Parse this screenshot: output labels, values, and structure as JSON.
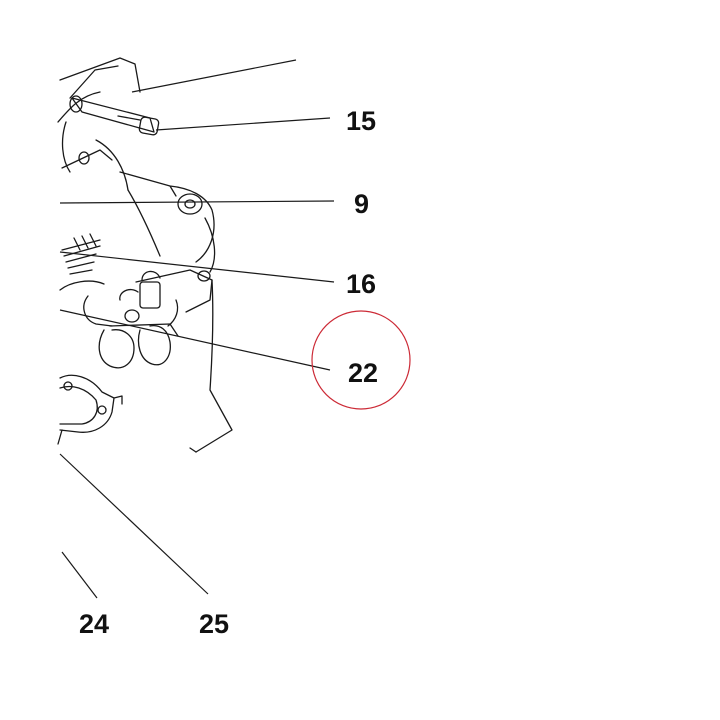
{
  "diagram": {
    "callouts": [
      {
        "id": "15",
        "label": "15"
      },
      {
        "id": "9",
        "label": "9"
      },
      {
        "id": "16",
        "label": "16"
      },
      {
        "id": "22",
        "label": "22"
      },
      {
        "id": "24",
        "label": "24"
      },
      {
        "id": "25",
        "label": "25"
      }
    ],
    "highlighted_callout": "22",
    "highlight_color": "#cc2a36",
    "line_color": "#1a1a1a"
  }
}
